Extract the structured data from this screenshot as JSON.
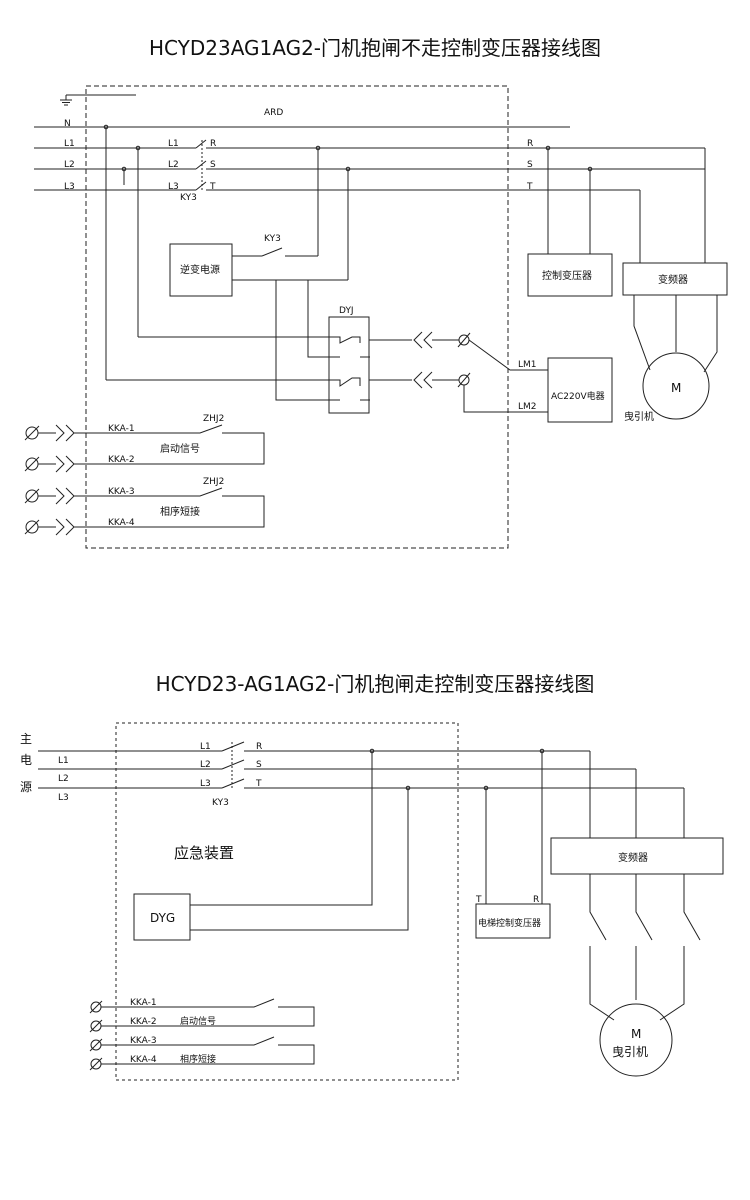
{
  "diagram1": {
    "title": "HCYD23AG1AG2-门机抱闸不走控制变压器接线图",
    "box_label": "ARD",
    "lines": {
      "n": "N",
      "l1": "L1",
      "l2": "L2",
      "l3": "L3"
    },
    "switch": {
      "l1": "L1",
      "l2": "L2",
      "l3": "L3",
      "r": "R",
      "s": "S",
      "t": "T",
      "ky": "KY3"
    },
    "inverter": {
      "label": "逆变电源",
      "ky": "KY3"
    },
    "relay": "DYJ",
    "outputs": {
      "r": "R",
      "s": "S",
      "t": "T",
      "lm1": "LM1",
      "lm2": "LM2"
    },
    "control_transformer": "控制变压器",
    "frequency_converter": "变频器",
    "ac220": "AC220V电器",
    "motor": {
      "symbol": "M",
      "label": "曳引机"
    },
    "kka": [
      "KKA-1",
      "KKA-2",
      "KKA-3",
      "KKA-4"
    ],
    "zhj": [
      "ZHJ2",
      "ZHJ2"
    ],
    "signals": [
      "启动信号",
      "相序短接"
    ]
  },
  "diagram2": {
    "title": "HCYD23-AG1AG2-门机抱闸走控制变压器接线图",
    "mains": [
      "主",
      "电",
      "源"
    ],
    "lines": {
      "l1": "L1",
      "l2": "L2",
      "l3": "L3"
    },
    "switch": {
      "l1": "L1",
      "l2": "L2",
      "l3": "L3",
      "r": "R",
      "s": "S",
      "t": "T",
      "ky": "KY3"
    },
    "device": "应急装置",
    "dyg": "DYG",
    "transformer": {
      "label": "电梯控制变压器",
      "t": "T",
      "r": "R"
    },
    "frequency_converter": "变频器",
    "motor": {
      "symbol": "M",
      "label": "曳引机"
    },
    "kka": [
      "KKA-1",
      "KKA-2",
      "KKA-3",
      "KKA-4"
    ],
    "signals": [
      "启动信号",
      "相序短接"
    ]
  }
}
